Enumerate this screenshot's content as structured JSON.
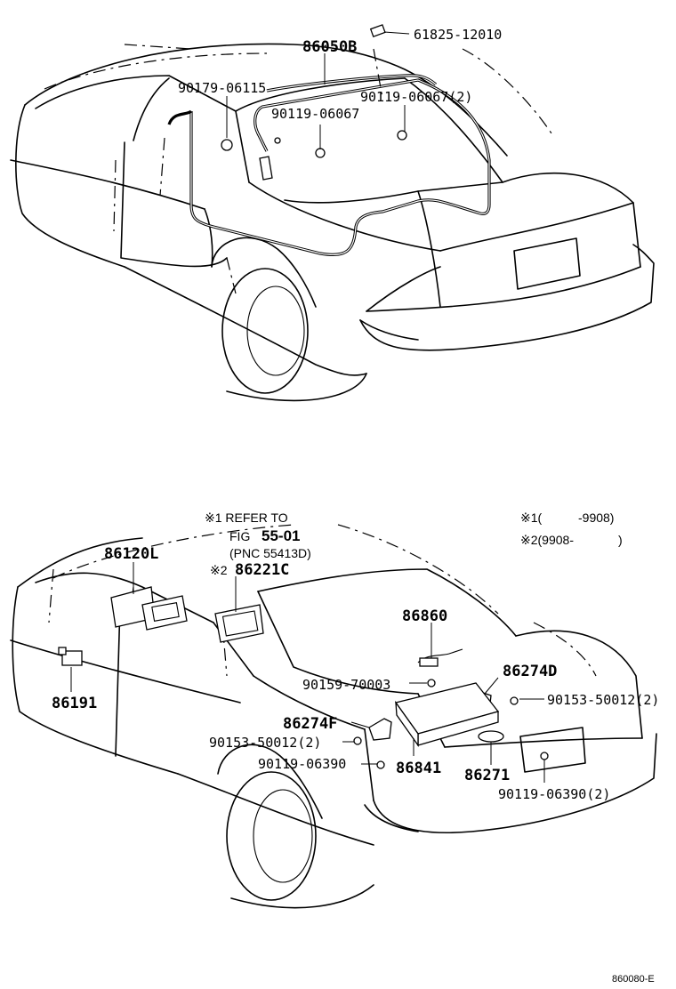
{
  "top_diagram": {
    "labels": {
      "p61825": "61825-12010",
      "p86050b": "86050B",
      "p90179": "90179-06115",
      "p90119a": "90119-06067(2)",
      "p90119b": "90119-06067"
    }
  },
  "bottom_diagram": {
    "notes": {
      "ref_line1": "※1 REFER TO",
      "ref_line2_prefix": "FIG",
      "ref_line2_fig": "55-01",
      "ref_line3": "(PNC 55413D)",
      "mark2": "※2",
      "legend1_mark": "※1(",
      "legend1_value": "-9908)",
      "legend2_mark": "※2(9908-",
      "legend2_close": ")"
    },
    "labels": {
      "p86120l": "86120L",
      "p86221c": "86221C",
      "p86860": "86860",
      "p86274d": "86274D",
      "p90159": "90159-70003",
      "p90153r": "90153-50012(2)",
      "p86191": "86191",
      "p86274f": "86274F",
      "p90153l": "90153-50012(2)",
      "p90119l": "90119-06390",
      "p86841": "86841",
      "p86271": "86271",
      "p90119r": "90119-06390(2)"
    }
  },
  "footer": {
    "code": "860080-E"
  }
}
